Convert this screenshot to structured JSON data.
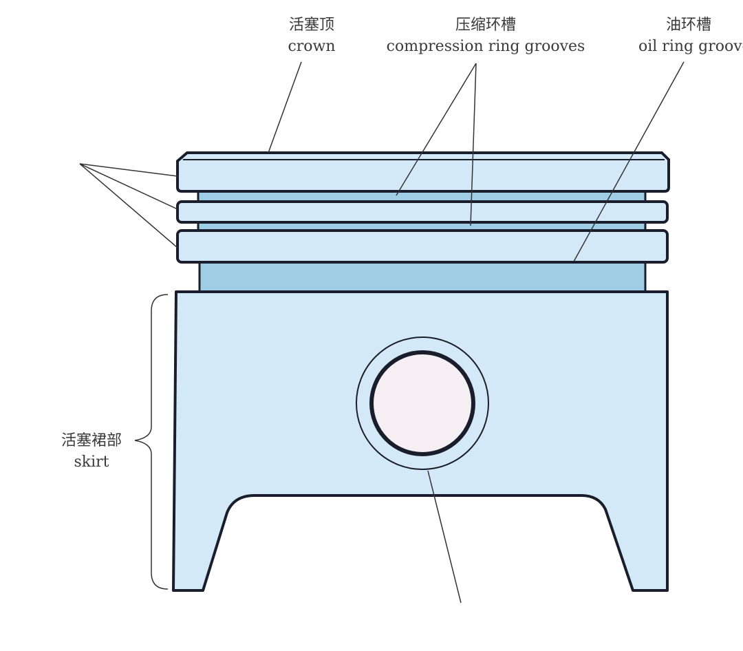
{
  "labels": {
    "crown": {
      "zh": "活塞顶",
      "en": "crown"
    },
    "compression_grooves": {
      "zh": "压缩环槽",
      "en": "compression ring grooves"
    },
    "oil_groove": {
      "zh": "油环槽",
      "en": "oil ring groove"
    },
    "skirt": {
      "zh": "活塞裙部",
      "en": "skirt"
    }
  },
  "colors": {
    "body_fill": "#d4e9f8",
    "groove_fill": "#9fcde6",
    "pin_fill": "#f5eef2",
    "outline": "#1a1d2b",
    "leader": "#333333"
  }
}
